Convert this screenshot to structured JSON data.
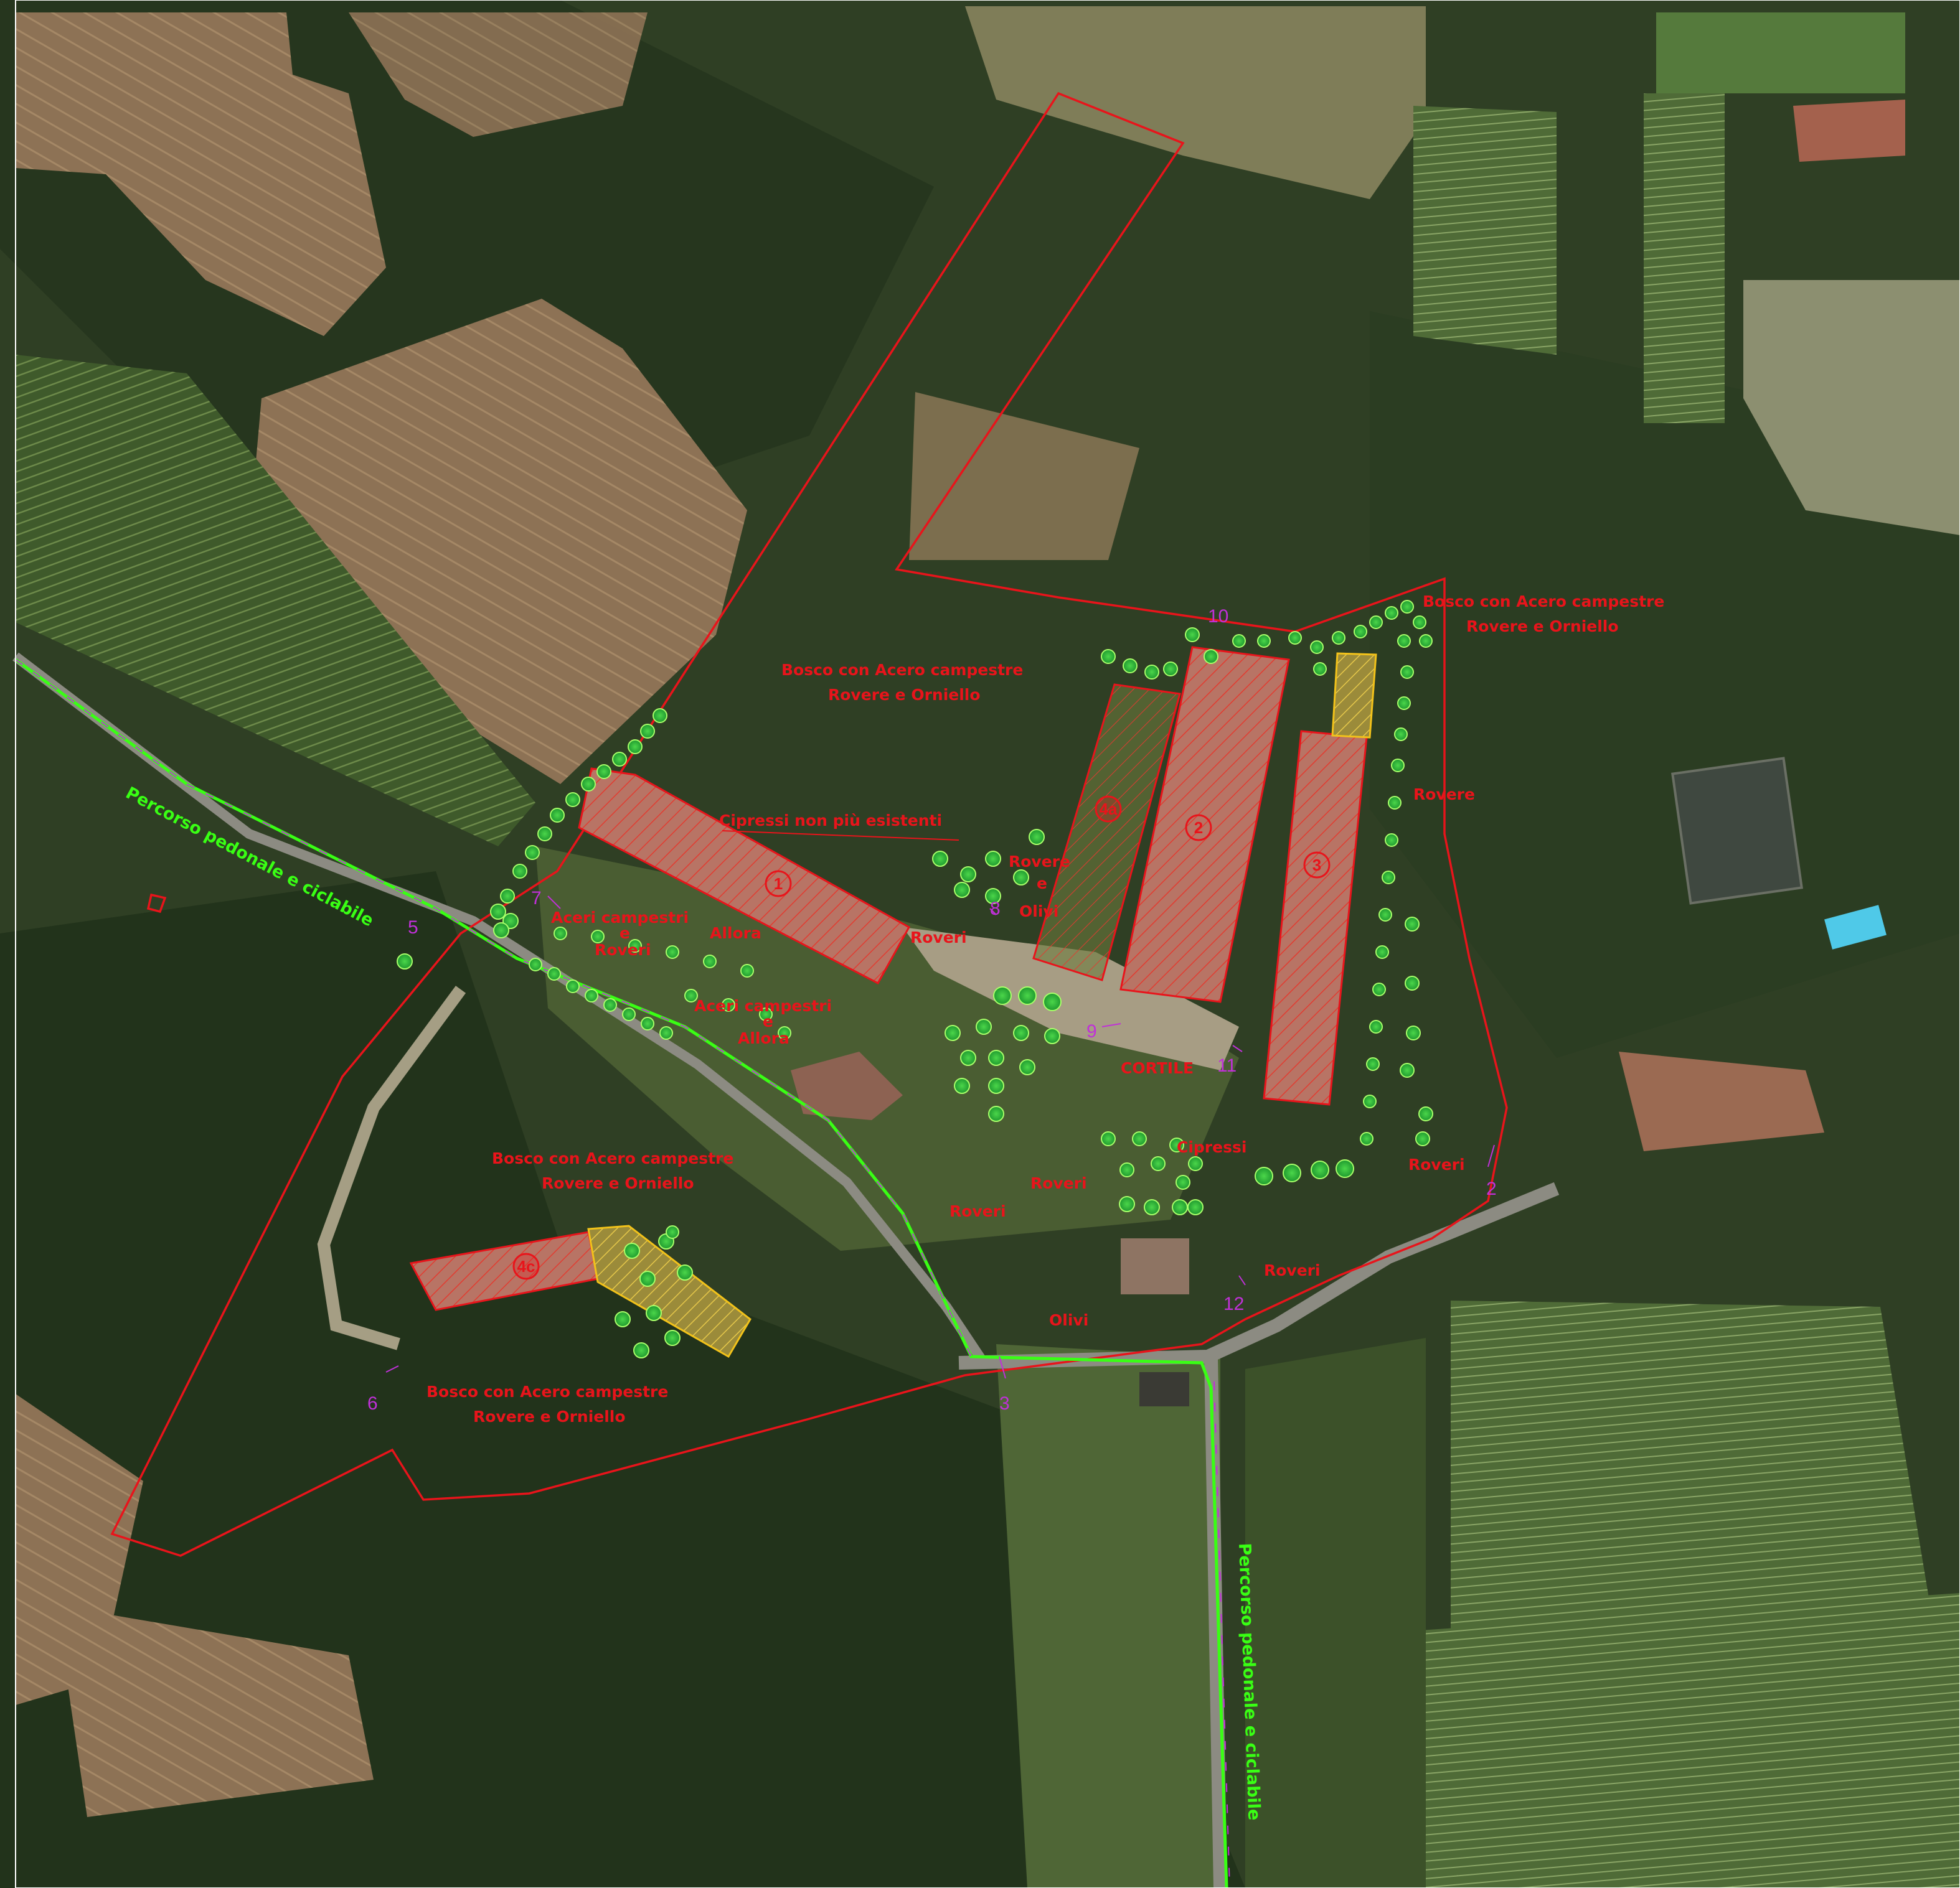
{
  "colors": {
    "boundary": "#e8141b",
    "label_red": "#e8141b",
    "point_number": "#c030d8",
    "path_green": "#39ff14",
    "tree_green": "#3fc83a",
    "tree_outline": "#a8ff6a",
    "building_fill": "#c77a6c",
    "yellow_outline": "#f2c21a"
  },
  "map": {
    "labels": {
      "bosco_ne_1": "Bosco con Acero campestre",
      "bosco_ne_2": "Rovere e Orniello",
      "bosco_c_1": "Bosco con Acero campestre",
      "bosco_c_2": "Rovere e Orniello",
      "bosco_sw_1": "Bosco con Acero campestre",
      "bosco_sw_2": "Rovere e Orniello",
      "bosco_s_1": "Bosco con Acero campestre",
      "bosco_s_2": "Rovere e Orniello",
      "cipressi_non": "Cipressi non più esistenti",
      "acer_1": "Aceri campestri",
      "acer_e": "e",
      "acer_roveri": "Roveri",
      "allora_1": "Allora",
      "acer_2": "Aceri campestri",
      "acer_2_e": "e",
      "allora_2": "Allora",
      "roveri_1": "Roveri",
      "rovere": "Rovere",
      "rovere_e": "e",
      "olivi_1": "Olivi",
      "rovere_east": "Rovere",
      "cortile": "CORTILE",
      "cipressi": "Cipressi",
      "roveri_2": "Roveri",
      "roveri_3": "Roveri",
      "roveri_4": "Roveri",
      "roveri_5": "Roveri",
      "olivi_2": "Olivi"
    },
    "paths": {
      "path_west": "Percorso pedonale e ciclabile",
      "path_south": "Percorso pedonale e ciclabile"
    },
    "points": [
      "2",
      "3",
      "5",
      "6",
      "7",
      "8",
      "9",
      "10",
      "11",
      "12"
    ],
    "buildings": [
      "1",
      "2",
      "3",
      "4a",
      "4c"
    ]
  }
}
